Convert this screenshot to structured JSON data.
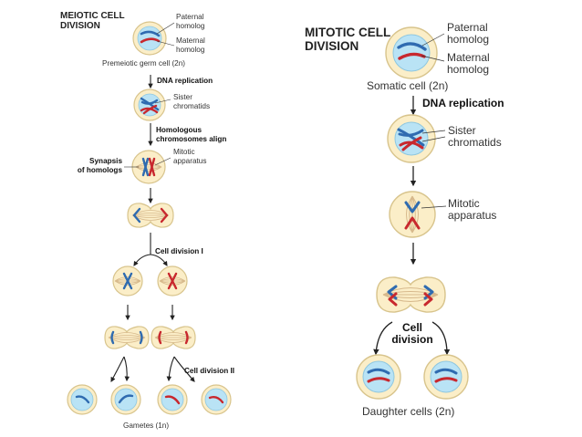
{
  "meiotic": {
    "title_line1": "MEIOTIC CELL",
    "title_line2": "DIVISION",
    "paternal_line1": "Paternal",
    "paternal_line2": "homolog",
    "maternal_line1": "Maternal",
    "maternal_line2": "homolog",
    "premeiotic": "Premeiotic germ cell (2n)",
    "dna_replication": "DNA replication",
    "sister_line1": "Sister",
    "sister_line2": "chromatids",
    "align_line1": "Homologous",
    "align_line2": "chromosomes align",
    "mitotic_line1": "Mitotic",
    "mitotic_line2": "apparatus",
    "synapsis_line1": "Synapsis",
    "synapsis_line2": "of homologs",
    "division_1": "Cell division I",
    "division_2": "Cell division II",
    "gametes": "Gametes (1n)"
  },
  "mitotic": {
    "title_line1": "MITOTIC CELL",
    "title_line2": "DIVISION",
    "paternal_line1": "Paternal",
    "paternal_line2": "homolog",
    "maternal_line1": "Maternal",
    "maternal_line2": "homolog",
    "somatic": "Somatic cell (2n)",
    "dna_replication": "DNA replication",
    "sister_line1": "Sister",
    "sister_line2": "chromatids",
    "apparatus_line1": "Mitotic",
    "apparatus_line2": "apparatus",
    "division_line1": "Cell",
    "division_line2": "division",
    "daughter": "Daughter cells (2n)"
  },
  "colors": {
    "cell_fill": "#fbeec8",
    "cell_stroke": "#d8c48c",
    "nucleus_fill": "#b9e3f5",
    "paternal": "#2f6bb0",
    "maternal": "#c8282e",
    "spindle": "#d7b98c",
    "arrow": "#222222"
  }
}
